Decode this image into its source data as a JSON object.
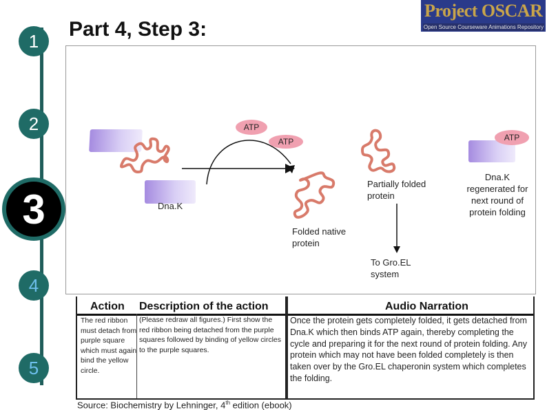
{
  "page": {
    "title": "Part 4, Step 3:"
  },
  "logo": {
    "name": "Project OSCAR",
    "subtitle": "Open Source Courseware Animations Repository"
  },
  "steps": [
    "1",
    "2",
    "3",
    "4",
    "5"
  ],
  "diagram": {
    "atp_labels": [
      "ATP",
      "ATP",
      "ATP"
    ],
    "dnak_label": "Dna.K",
    "partially_folded": "Partially folded protein",
    "dnak_regenerated": "Dna.K regenerated for next round of protein folding",
    "folded_native": "Folded native protein",
    "to_groel": "To Gro.EL system"
  },
  "table": {
    "headers": {
      "action": "Action",
      "description": "Description of the action",
      "audio": "Audio Narration"
    },
    "action_text": "The red ribbon must detach from purple square which must again bind the yellow circle.",
    "description_text": "(Please redraw all figures.) First show the red ribbon being detached from the purple squares followed by binding of yellow circles to the purple squares.",
    "audio_text": "Once the protein gets completely folded, it gets detached from Dna.K which then binds ATP again, thereby completing the cycle and preparing it for the next round of protein folding. Any protein which may not have been folded completely is then taken over by the Gro.EL chaperonin system which completes the folding."
  },
  "source": {
    "prefix": "Source: Biochemistry by Lehninger, 4",
    "sup": "th",
    "suffix": " edition (ebook)"
  },
  "colors": {
    "rail": "#1f5d5a",
    "step_fill": "#1f6b66",
    "atp": "#f0a0b0",
    "square": "#c7b8ef",
    "ribbon": "#d87a6a"
  }
}
